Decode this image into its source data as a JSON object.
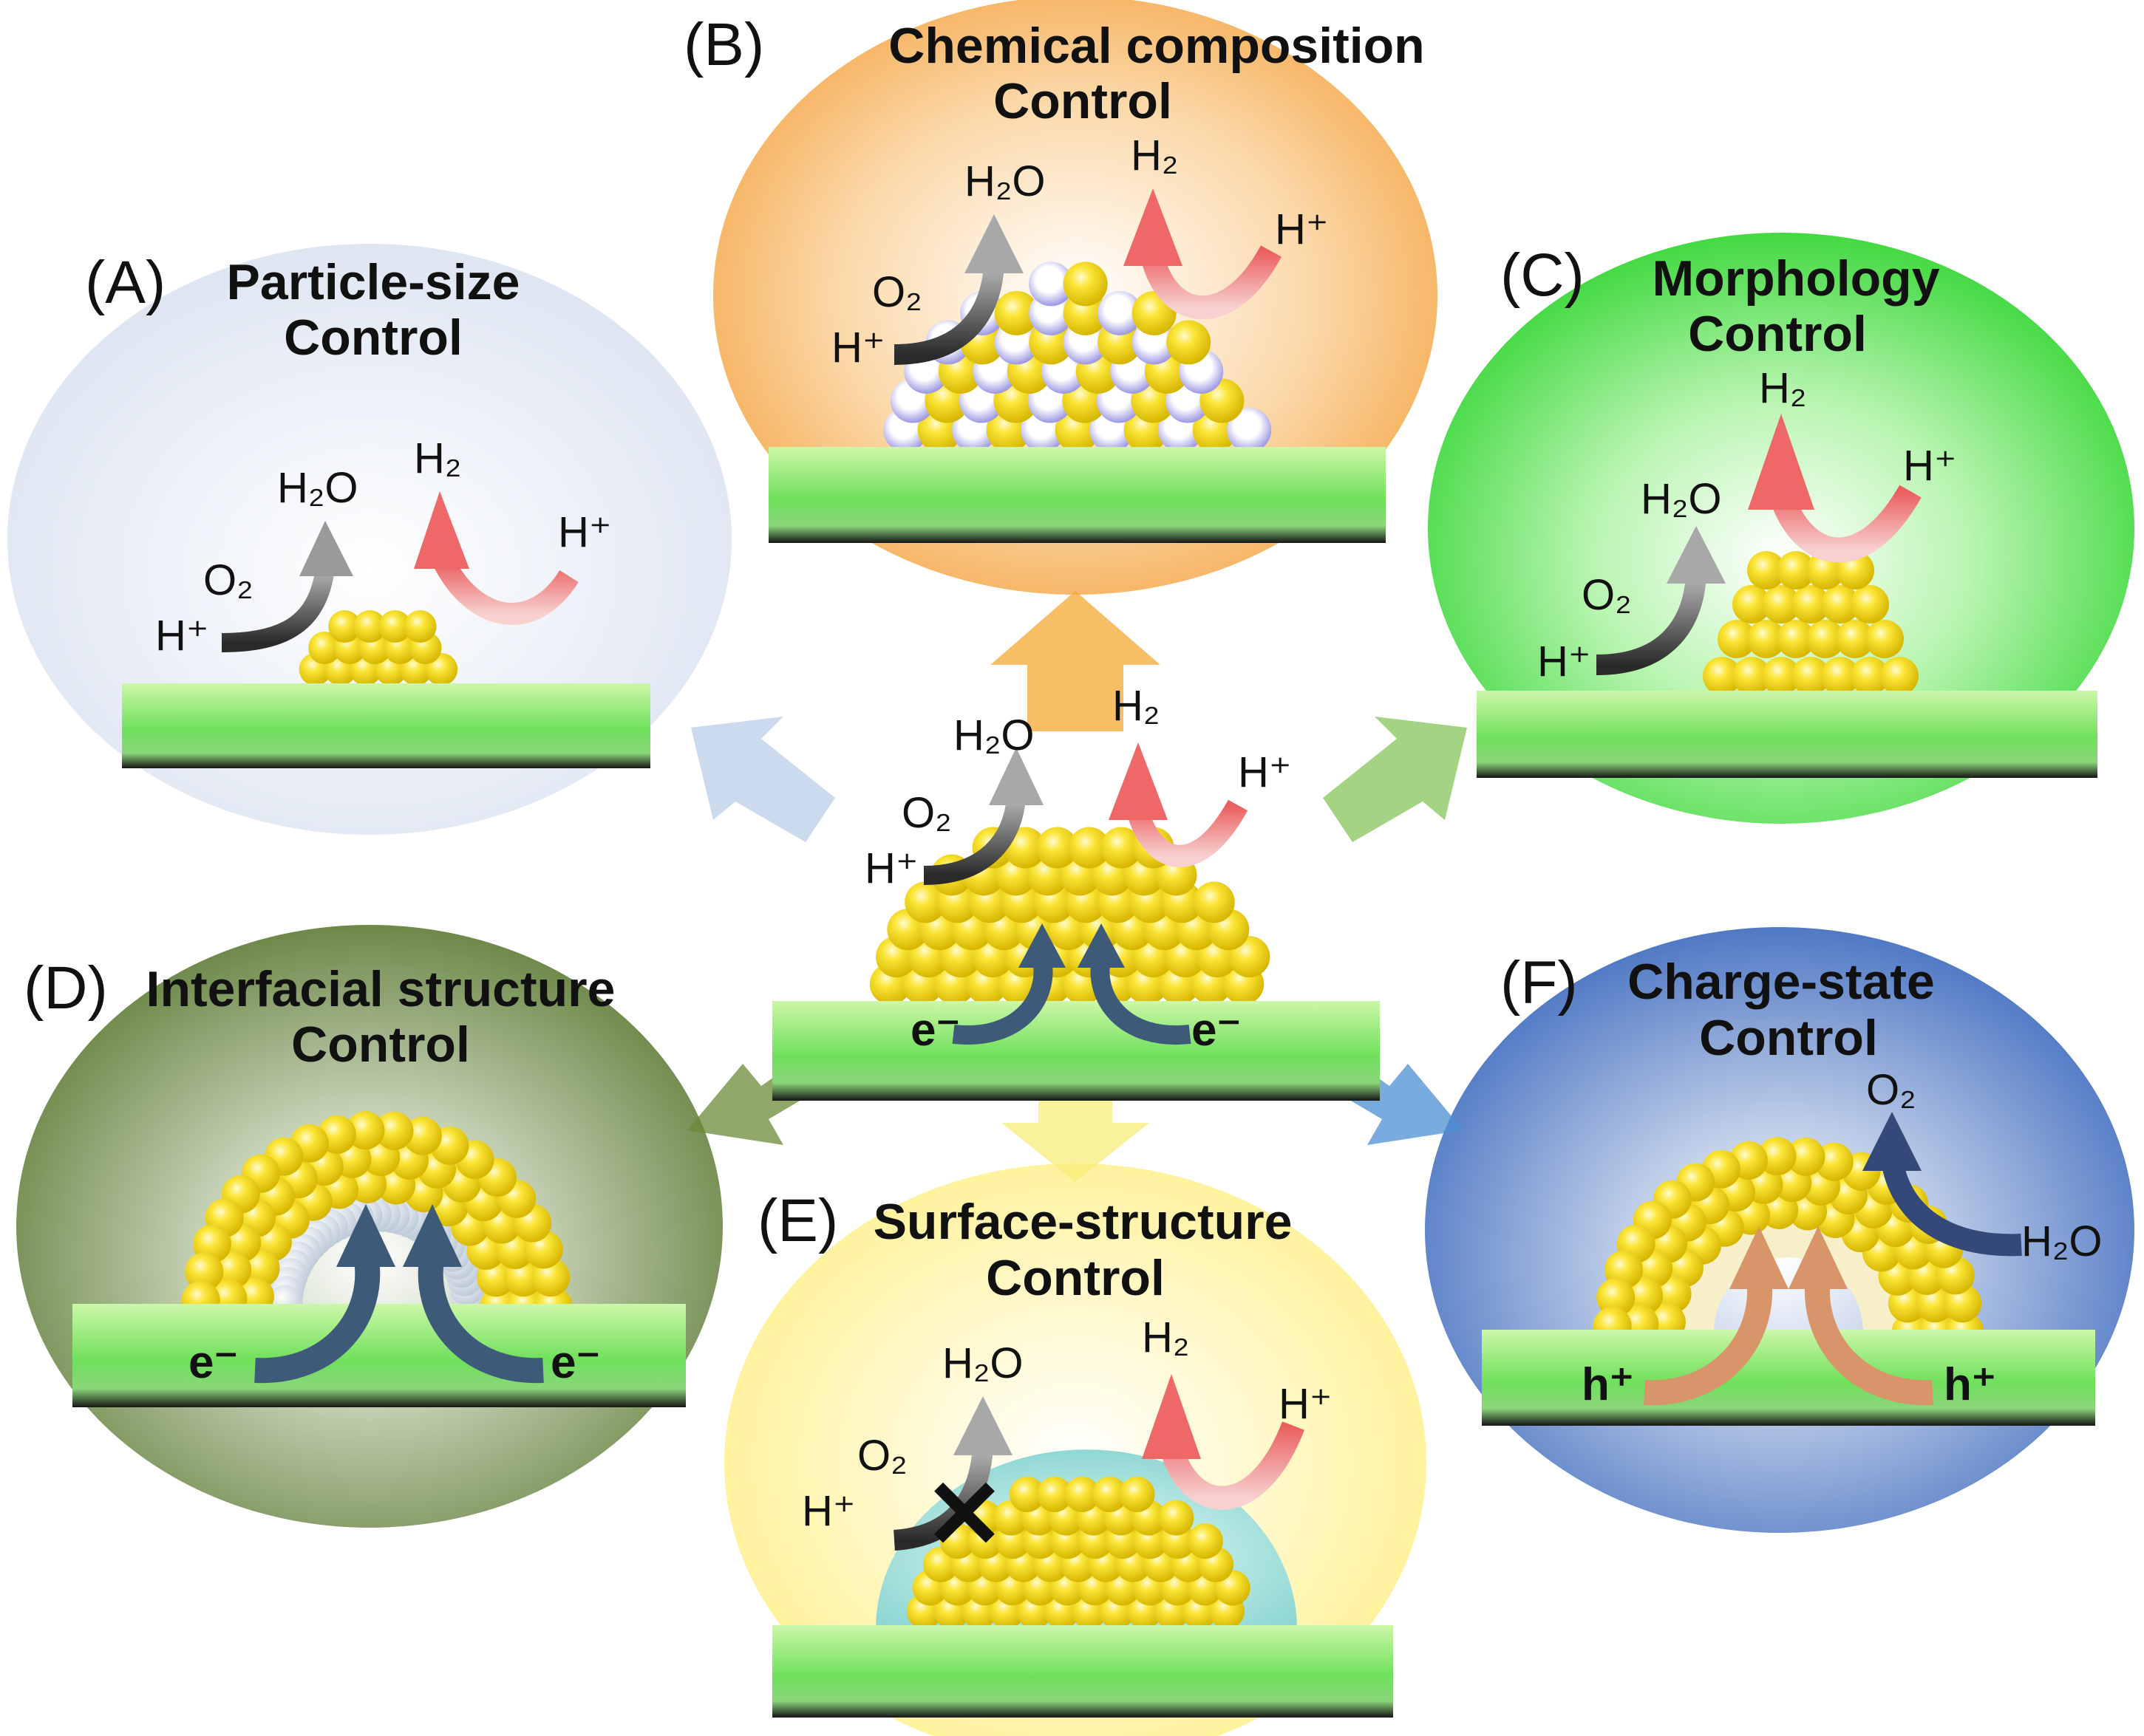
{
  "colors": {
    "substrate_top": "#c8f5a2",
    "substrate_mid": "#6ee05a",
    "substrate_bottom": "#1a1a1a",
    "gold_particle": "#f7de1a",
    "h2_arrow": "#ef6b6b",
    "h2o_arrow": "#8c8c8c",
    "electron_arrow": "#3d5a78",
    "hole_arrow": "#d9956a",
    "o2_arrow_F": "#34487a",
    "dopant_atom": "#a9a6e6",
    "bubble_A": "#dde4f1",
    "bubble_B": "#f5a64a",
    "bubble_C": "#3de03d",
    "bubble_D": "#6f8b45",
    "bubble_E": "#fff39a",
    "bubble_F": "#4c78c4"
  },
  "panels": {
    "A": {
      "tag": "(A)",
      "title_line1": "Particle-size",
      "title_line2": "Control"
    },
    "B": {
      "tag": "(B)",
      "title_line1": "Chemical composition",
      "title_line2": "Control"
    },
    "C": {
      "tag": "(C)",
      "title_line1": "Morphology",
      "title_line2": "Control"
    },
    "D": {
      "tag": "(D)",
      "title_line1": "Interfacial structure",
      "title_line2": "Control"
    },
    "E": {
      "tag": "(E)",
      "title_line1": "Surface-structure",
      "title_line2": "Control"
    },
    "F": {
      "tag": "(F)",
      "title_line1": "Charge-state",
      "title_line2": "Control"
    }
  },
  "species": {
    "h2": "H₂",
    "h2o": "H₂O",
    "o2": "O₂",
    "proton": "H⁺",
    "electron": "e⁻",
    "hole": "h⁺",
    "blocked_mark": "✕"
  }
}
